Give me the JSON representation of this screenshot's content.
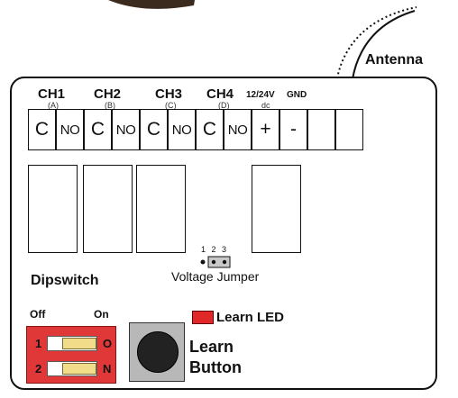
{
  "antenna_label": "Antenna",
  "channels": [
    {
      "label": "CH1",
      "sub": "(A)"
    },
    {
      "label": "CH2",
      "sub": "(B)"
    },
    {
      "label": "CH3",
      "sub": "(C)"
    },
    {
      "label": "CH4",
      "sub": "(D)"
    }
  ],
  "power": {
    "label": "12/24V",
    "sub": "dc",
    "gnd": "GND",
    "plus": "+",
    "minus": "-"
  },
  "terminals": {
    "c": "C",
    "no": "NO"
  },
  "jumper": {
    "pins": "1 2 3",
    "label": "Voltage Jumper"
  },
  "dipswitch": {
    "label": "Dipswitch",
    "off": "Off",
    "on": "On",
    "row1": "1",
    "row2": "2",
    "o": "O",
    "n": "N"
  },
  "learn_led": "Learn LED",
  "learn_button": {
    "line1": "Learn",
    "line2": "Button"
  }
}
